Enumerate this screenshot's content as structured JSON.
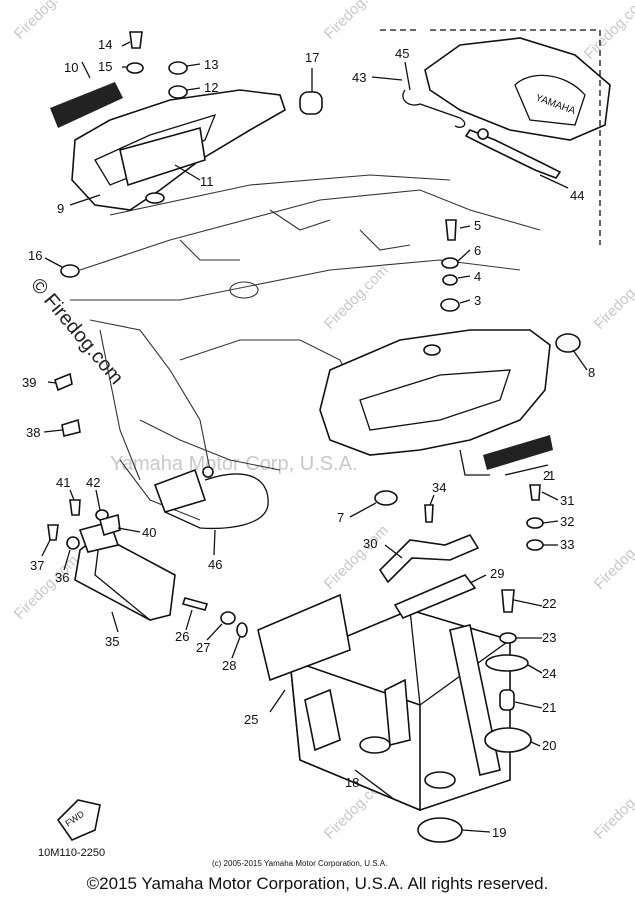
{
  "watermark": {
    "text": "Firedog.com",
    "copyright_text": "© Firedog.com",
    "corp_text": "Yamaha Motor Corp, U.S.A."
  },
  "diagram_code": "10M110-2250",
  "small_copyright": "(c) 2005-2015 Yamaha Motor Corporation, U.S.A.",
  "footer": "©2015 Yamaha Motor Corporation, U.S.A. All rights reserved.",
  "fwd_label": "FWD",
  "seat_brand": "YAMAHA",
  "callouts": [
    "1",
    "2",
    "3",
    "4",
    "5",
    "6",
    "7",
    "8",
    "9",
    "10",
    "11",
    "12",
    "13",
    "14",
    "15",
    "16",
    "17",
    "18",
    "19",
    "20",
    "21",
    "22",
    "23",
    "24",
    "25",
    "26",
    "27",
    "28",
    "29",
    "30",
    "31",
    "32",
    "33",
    "34",
    "35",
    "36",
    "37",
    "38",
    "39",
    "40",
    "41",
    "42",
    "43",
    "44",
    "45",
    "46"
  ]
}
